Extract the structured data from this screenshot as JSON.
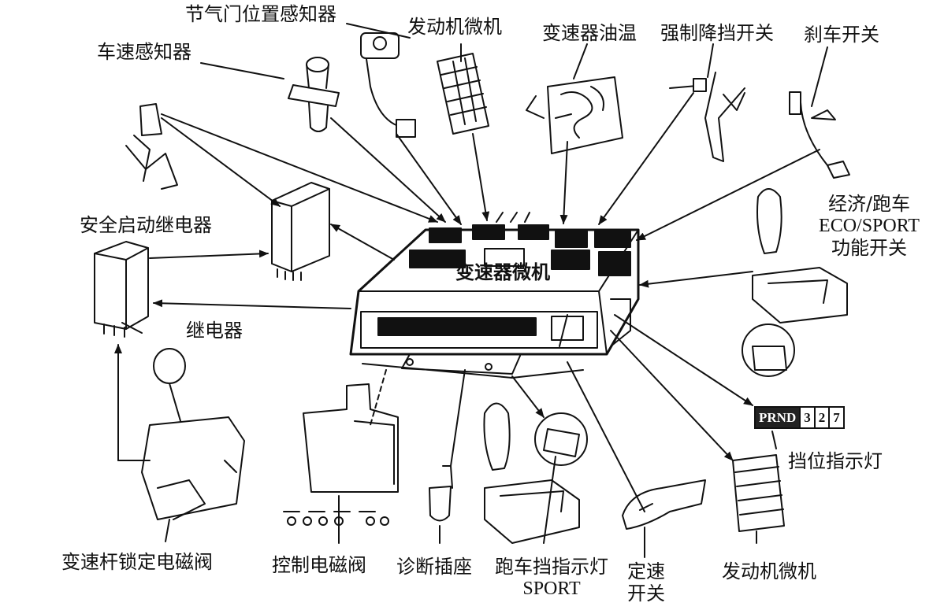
{
  "labels": {
    "throttle_sensor": "节气门位置感知器",
    "engine_ecu_top": "发动机微机",
    "trans_oil_temp": "变速器油温",
    "kickdown_switch": "强制降挡开关",
    "brake_switch": "刹车开关",
    "speed_sensor": "车速感知器",
    "safety_relay": "安全启动继电器",
    "eco_sport_line1": "经济/跑车",
    "eco_sport_line2": "ECO/SPORT",
    "eco_sport_line3": "功能开关",
    "trans_ecu": "变速器微机",
    "relay": "继电器",
    "gear_indicator": "挡位指示灯",
    "shift_lock": "变速杆锁定电磁阀",
    "control_solenoid": "控制电磁阀",
    "diag_socket": "诊断插座",
    "sport_indicator_line1": "跑车挡指示灯",
    "sport_indicator_line2": "SPORT",
    "cruise_line1": "定速",
    "cruise_line2": "开关",
    "engine_ecu_bottom": "发动机微机"
  },
  "prnd_display": {
    "main": "PRND",
    "cells": [
      "3",
      "2",
      "7"
    ]
  },
  "colors": {
    "ink": "#111111",
    "background": "#ffffff"
  }
}
